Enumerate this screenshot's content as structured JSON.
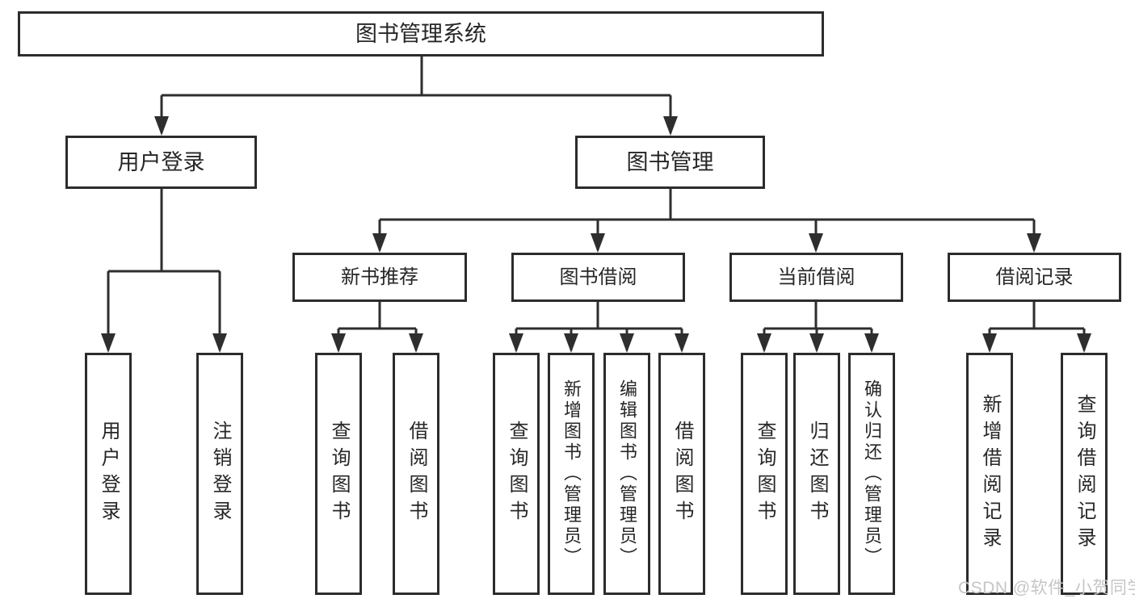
{
  "tree": {
    "root": "图书管理系统",
    "user_login": {
      "label": "用户登录",
      "leaves": [
        "用户登录",
        "注销登录"
      ]
    },
    "book_mgmt": {
      "label": "图书管理",
      "sections": [
        {
          "label": "新书推荐",
          "leaves": [
            "查询图书",
            "借阅图书"
          ]
        },
        {
          "label": "图书借阅",
          "leaves": [
            "查询图书",
            "新增图书（管理员）",
            "编辑图书（管理员）",
            "借阅图书"
          ]
        },
        {
          "label": "当前借阅",
          "leaves": [
            "查询图书",
            "归还图书",
            "确认归还（管理员）"
          ]
        },
        {
          "label": "借阅记录",
          "leaves": [
            "新增借阅记录",
            "查询借阅记录"
          ]
        }
      ]
    }
  },
  "watermark": "CSDN @软件_小贺同学",
  "colors": {
    "line": "#2e2e2e",
    "watermark": "#c6c6c6",
    "background": "#ffffff"
  }
}
